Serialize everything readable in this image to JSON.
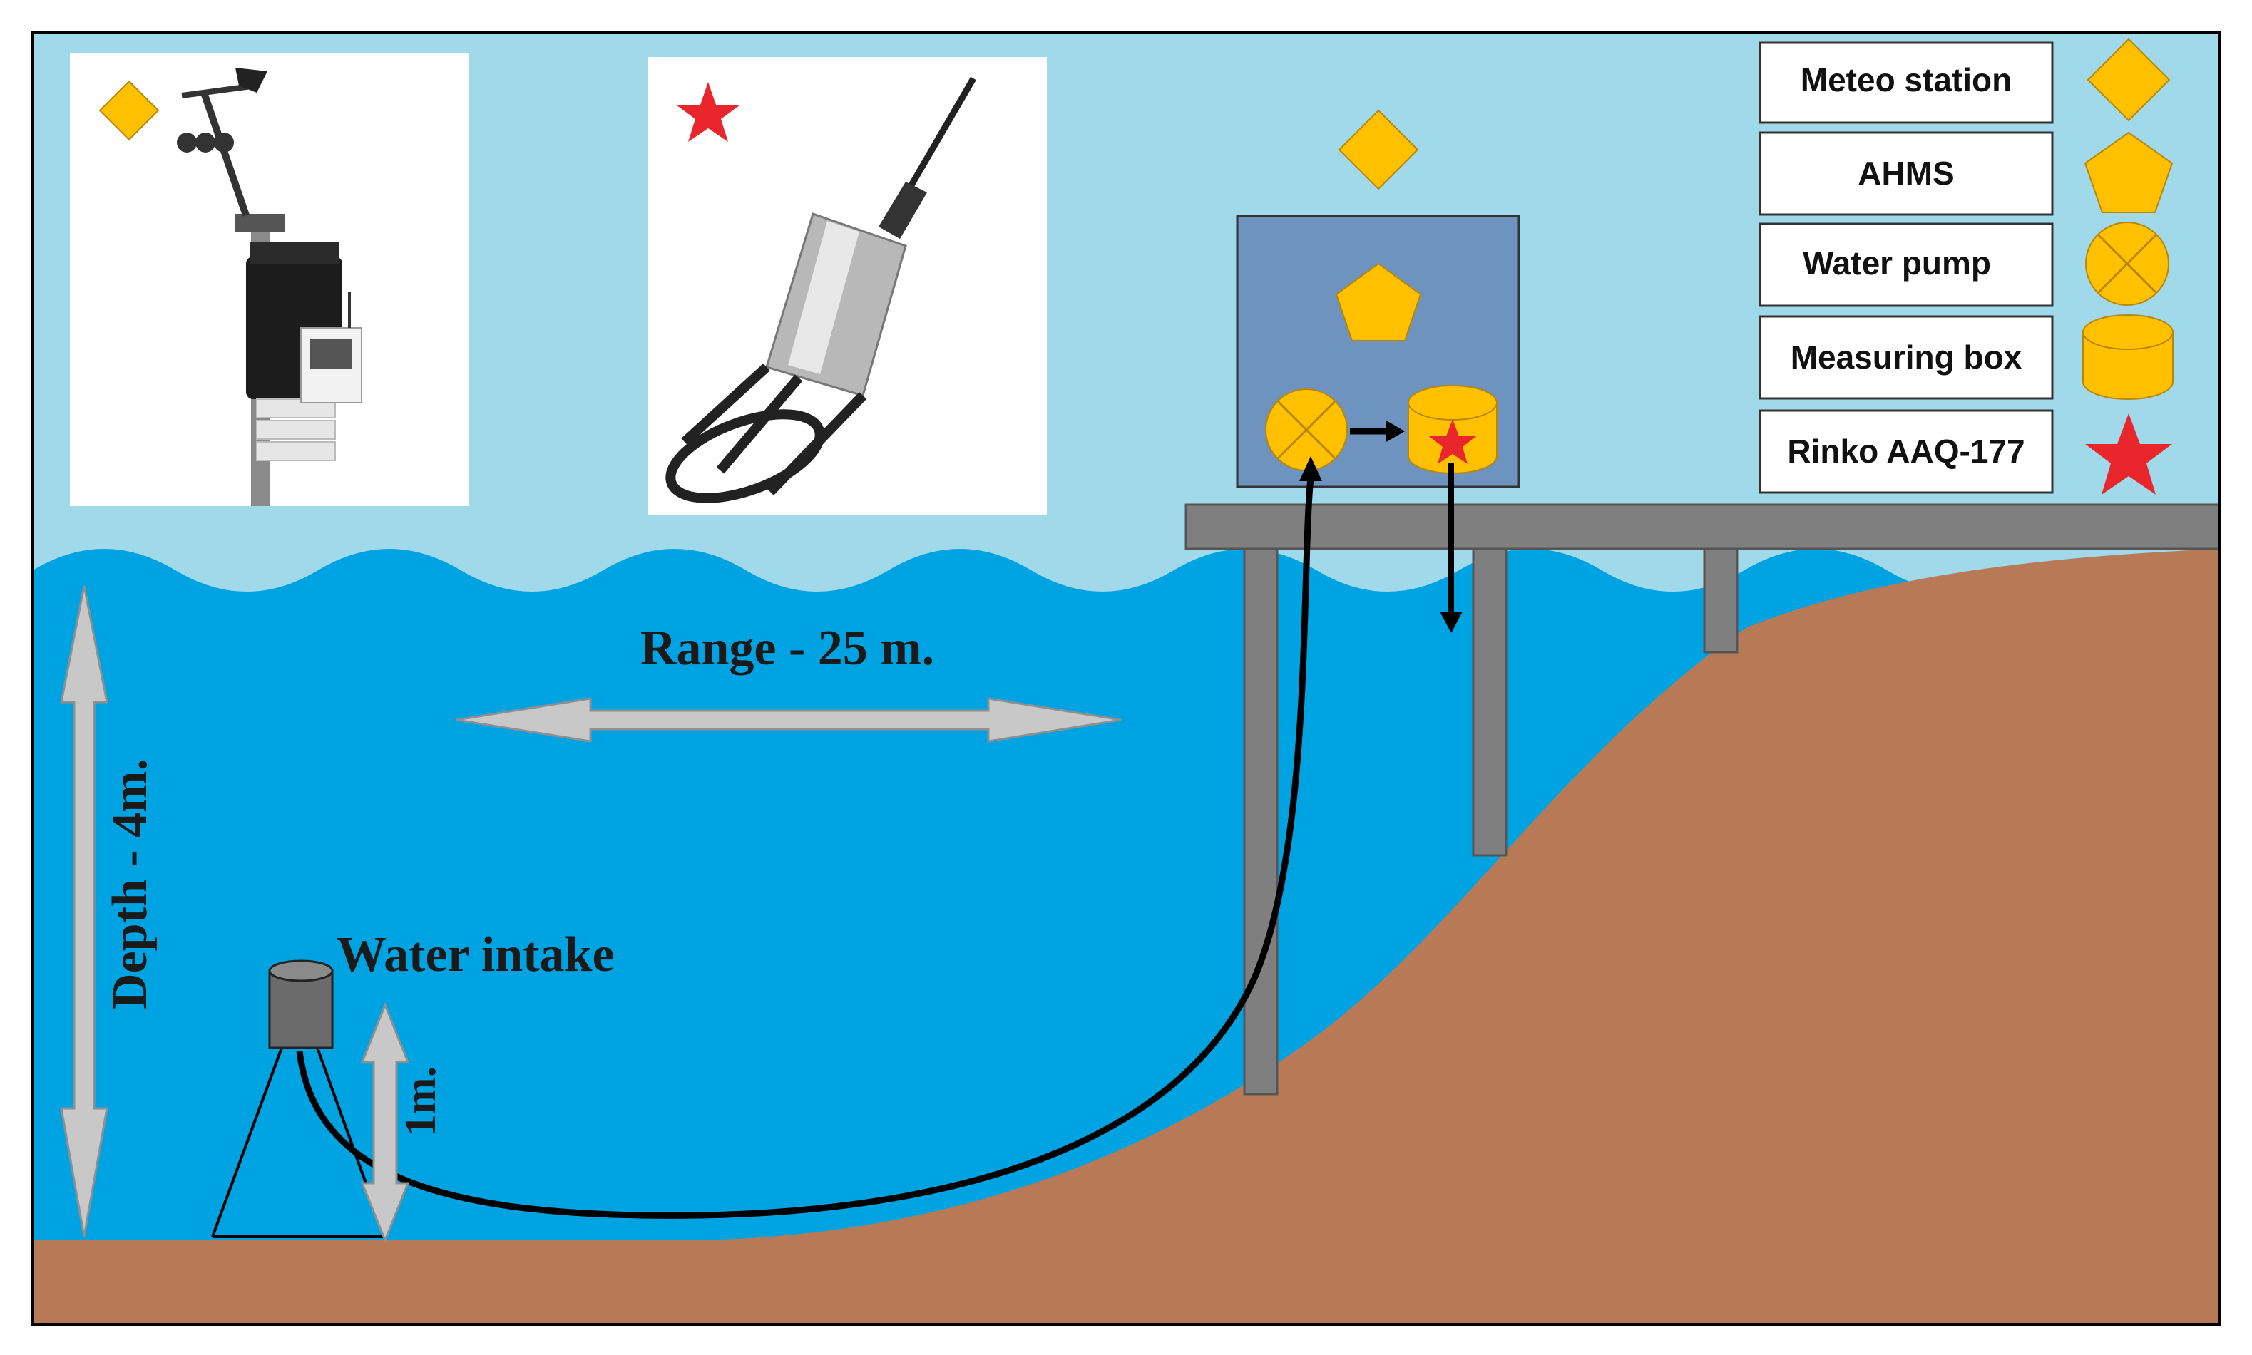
{
  "labels": {
    "range": "Range - 25 m.",
    "depth": "Depth - 4m.",
    "water_intake": "Water intake",
    "intake_height": "1m."
  },
  "legend": [
    {
      "label": "Meteo station",
      "icon": "diamond-icon"
    },
    {
      "label": "AHMS",
      "icon": "pentagon-icon"
    },
    {
      "label": "Water pump",
      "icon": "crossed-circle-icon"
    },
    {
      "label": "Measuring box",
      "icon": "cylinder-icon"
    },
    {
      "label": "Rinko AAQ-177",
      "icon": "star-icon"
    }
  ],
  "colors": {
    "sky": "#a0d9ea",
    "water": "#00a3e2",
    "ground": "#b87a56",
    "pier": "#7f7f7f",
    "box": "#6f93bf",
    "symbol_yellow": "#ffc000",
    "star_red": "#e8262b",
    "arrow_gray": "#c8c8c8"
  }
}
